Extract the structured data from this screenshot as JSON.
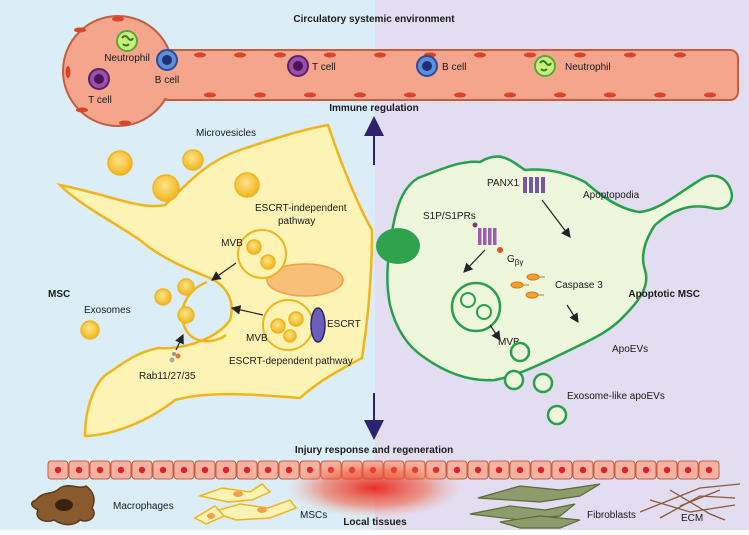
{
  "title": "Circulatory systemic environment",
  "blood_vessel": {
    "cells": [
      "Neutrophil",
      "B cell",
      "T cell",
      "T cell",
      "B cell",
      "Neutrophil"
    ]
  },
  "labels": {
    "immune_regulation": "Immune regulation",
    "injury_response": "Injury response and regeneration",
    "local_tissues": "Local tissues"
  },
  "msc": {
    "name": "MSC",
    "microvesicles": "Microvesicles",
    "exosomes": "Exosomes",
    "mvb_top": "MVB",
    "mvb_bottom": "MVB",
    "escrt_independent": [
      "ESCRT-independent",
      "pathway"
    ],
    "escrt_dependent": "ESCRT-dependent pathway",
    "escrt": "ESCRT",
    "rab": "Rab11/27/35"
  },
  "apoptotic": {
    "name": "Apoptotic MSC",
    "panx1": "PANX1",
    "apoptopodia": "Apoptopodia",
    "s1p": "S1P/S1PRs",
    "g_main": "G",
    "g_sub": "βγ",
    "caspase": "Caspase 3",
    "mvb": "MVB",
    "apoevs": "ApoEVs",
    "exosome_like": "Exosome-like apoEVs"
  },
  "tissues": [
    "Macrophages",
    "MSCs",
    "Fibroblasts",
    "ECM"
  ],
  "colors": {
    "left_bg": "#dbeef8",
    "right_bg": "#e2ddf0",
    "vessel": "#f4a58c",
    "msc_fill": "#fdf3b5",
    "msc_stroke": "#f0b51c",
    "apo_fill": "#eef6dc",
    "apo_stroke": "#27a04c",
    "arrow": "#2d2270"
  }
}
